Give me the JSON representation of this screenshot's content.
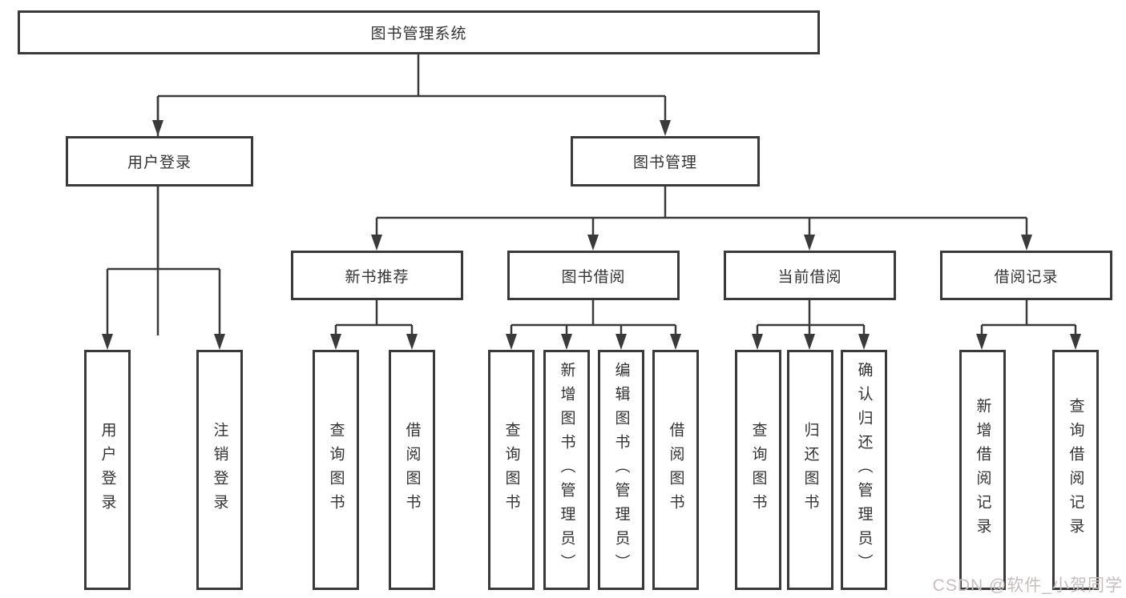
{
  "diagram": {
    "type": "tree-structure-chart",
    "colors": {
      "background": "#ffffff",
      "line": "#3a3a3a",
      "box_border": "#3a3a3a",
      "text": "#333333",
      "watermark": "#c6bebe"
    },
    "tree": {
      "label": "图书管理系统",
      "children": [
        {
          "label": "用户登录",
          "children": [
            {
              "label": "用户登录"
            },
            {
              "label": "注销登录"
            }
          ]
        },
        {
          "label": "图书管理",
          "children": [
            {
              "label": "新书推荐",
              "children": [
                {
                  "label": "查询图书"
                },
                {
                  "label": "借阅图书"
                }
              ]
            },
            {
              "label": "图书借阅",
              "children": [
                {
                  "label": "查询图书"
                },
                {
                  "label": "新增图书（管理员）"
                },
                {
                  "label": "编辑图书（管理员）"
                },
                {
                  "label": "借阅图书"
                }
              ]
            },
            {
              "label": "当前借阅",
              "children": [
                {
                  "label": "查询图书"
                },
                {
                  "label": "归还图书"
                },
                {
                  "label": "确认归还（管理员）"
                }
              ]
            },
            {
              "label": "借阅记录",
              "children": [
                {
                  "label": "新增借阅记录"
                },
                {
                  "label": "查询借阅记录"
                }
              ]
            }
          ]
        }
      ]
    },
    "watermark": {
      "text": "CSDN @软件_小贺同学"
    }
  }
}
